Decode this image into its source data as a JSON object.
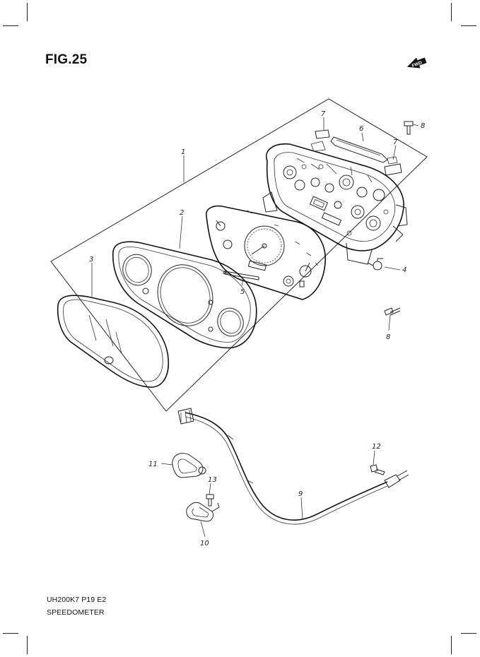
{
  "figure": {
    "title": "FIG.25",
    "badge": "FWD"
  },
  "callouts": [
    {
      "id": "c1",
      "label": "1"
    },
    {
      "id": "c2",
      "label": "2"
    },
    {
      "id": "c3",
      "label": "3"
    },
    {
      "id": "c4",
      "label": "4"
    },
    {
      "id": "c5",
      "label": "5"
    },
    {
      "id": "c6",
      "label": "6"
    },
    {
      "id": "c7a",
      "label": "7"
    },
    {
      "id": "c7b",
      "label": "7"
    },
    {
      "id": "c8a",
      "label": "8"
    },
    {
      "id": "c8b",
      "label": "8"
    },
    {
      "id": "c9",
      "label": "9"
    },
    {
      "id": "c10",
      "label": "10"
    },
    {
      "id": "c11",
      "label": "11"
    },
    {
      "id": "c12",
      "label": "12"
    },
    {
      "id": "c13",
      "label": "13"
    }
  ],
  "footer": {
    "model_code": "UH200K7 P19 E2",
    "section": "SPEEDOMETER"
  }
}
